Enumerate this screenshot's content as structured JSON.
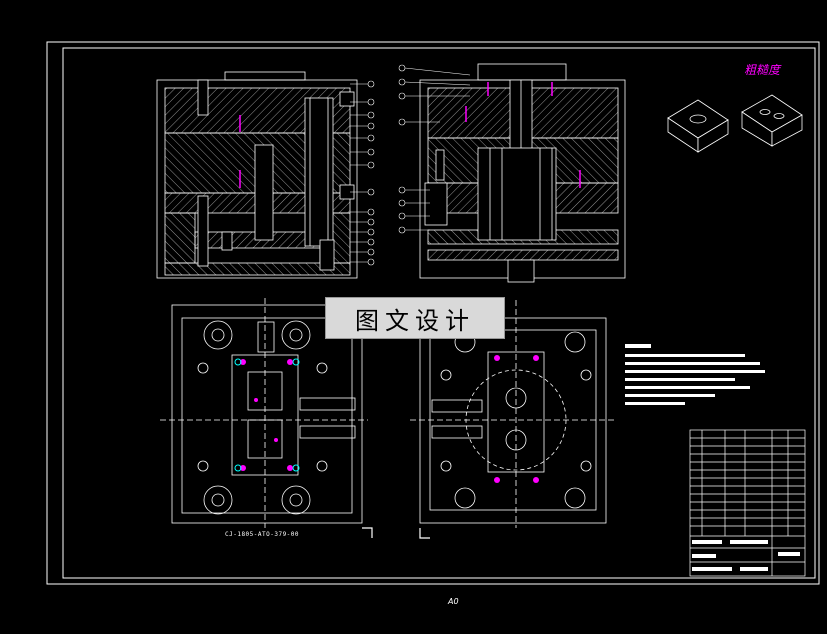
{
  "sheet_label": "A0",
  "watermark_text": "图文设计",
  "part_number": "CJ-1805-ATO-379-00",
  "surface_finish_symbol": "粗糙度",
  "colors": {
    "background": "#000000",
    "lines": "#ffffff",
    "accent_magenta": "#ff00ff",
    "accent_cyan": "#00ffff",
    "watermark_bg": "#d9d9d9"
  }
}
